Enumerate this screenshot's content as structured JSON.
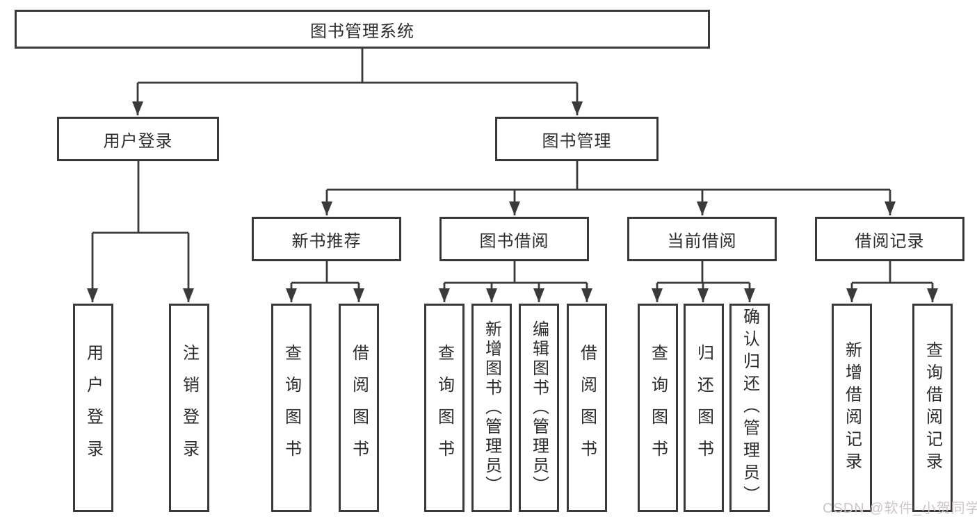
{
  "diagram": {
    "type": "tree",
    "colors": {
      "line": "#3a3a3a",
      "box_border": "#3a3a3a",
      "box_fill": "#ffffff",
      "text": "#2d2d2d",
      "background": "#ffffff",
      "watermark": "#cfc5c5"
    },
    "tree": {
      "label": "图书管理系统",
      "children": [
        {
          "label": "用户登录",
          "children": [
            {
              "label": "用户登录"
            },
            {
              "label": "注销登录"
            }
          ]
        },
        {
          "label": "图书管理",
          "children": [
            {
              "label": "新书推荐",
              "children": [
                {
                  "label": "查询图书"
                },
                {
                  "label": "借阅图书"
                }
              ]
            },
            {
              "label": "图书借阅",
              "children": [
                {
                  "label": "查询图书"
                },
                {
                  "label": "新增图书（管理员）"
                },
                {
                  "label": "编辑图书（管理员）"
                },
                {
                  "label": "借阅图书"
                }
              ]
            },
            {
              "label": "当前借阅",
              "children": [
                {
                  "label": "查询图书"
                },
                {
                  "label": "归还图书"
                },
                {
                  "label": "确认归还（管理员）"
                }
              ]
            },
            {
              "label": "借阅记录",
              "children": [
                {
                  "label": "新增借阅记录"
                },
                {
                  "label": "查询借阅记录"
                }
              ]
            }
          ]
        }
      ]
    },
    "watermark": {
      "text": "CSDN @软件_小贺同学"
    }
  }
}
